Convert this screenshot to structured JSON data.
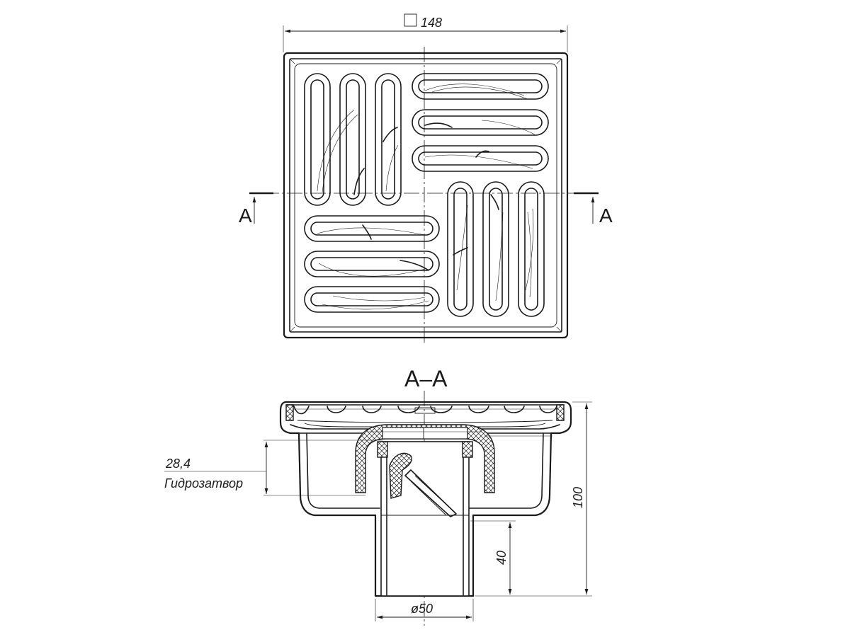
{
  "plan_view": {
    "dim_square_value": "148",
    "section_mark_left": "A",
    "section_mark_right": "A"
  },
  "section_view": {
    "title": "A–A",
    "dim_water_seal_value": "28,4",
    "dim_water_seal_label": "Гидрозатвор",
    "dim_total_height": "100",
    "dim_outlet_length": "40",
    "dim_outlet_diameter": "ø50"
  }
}
